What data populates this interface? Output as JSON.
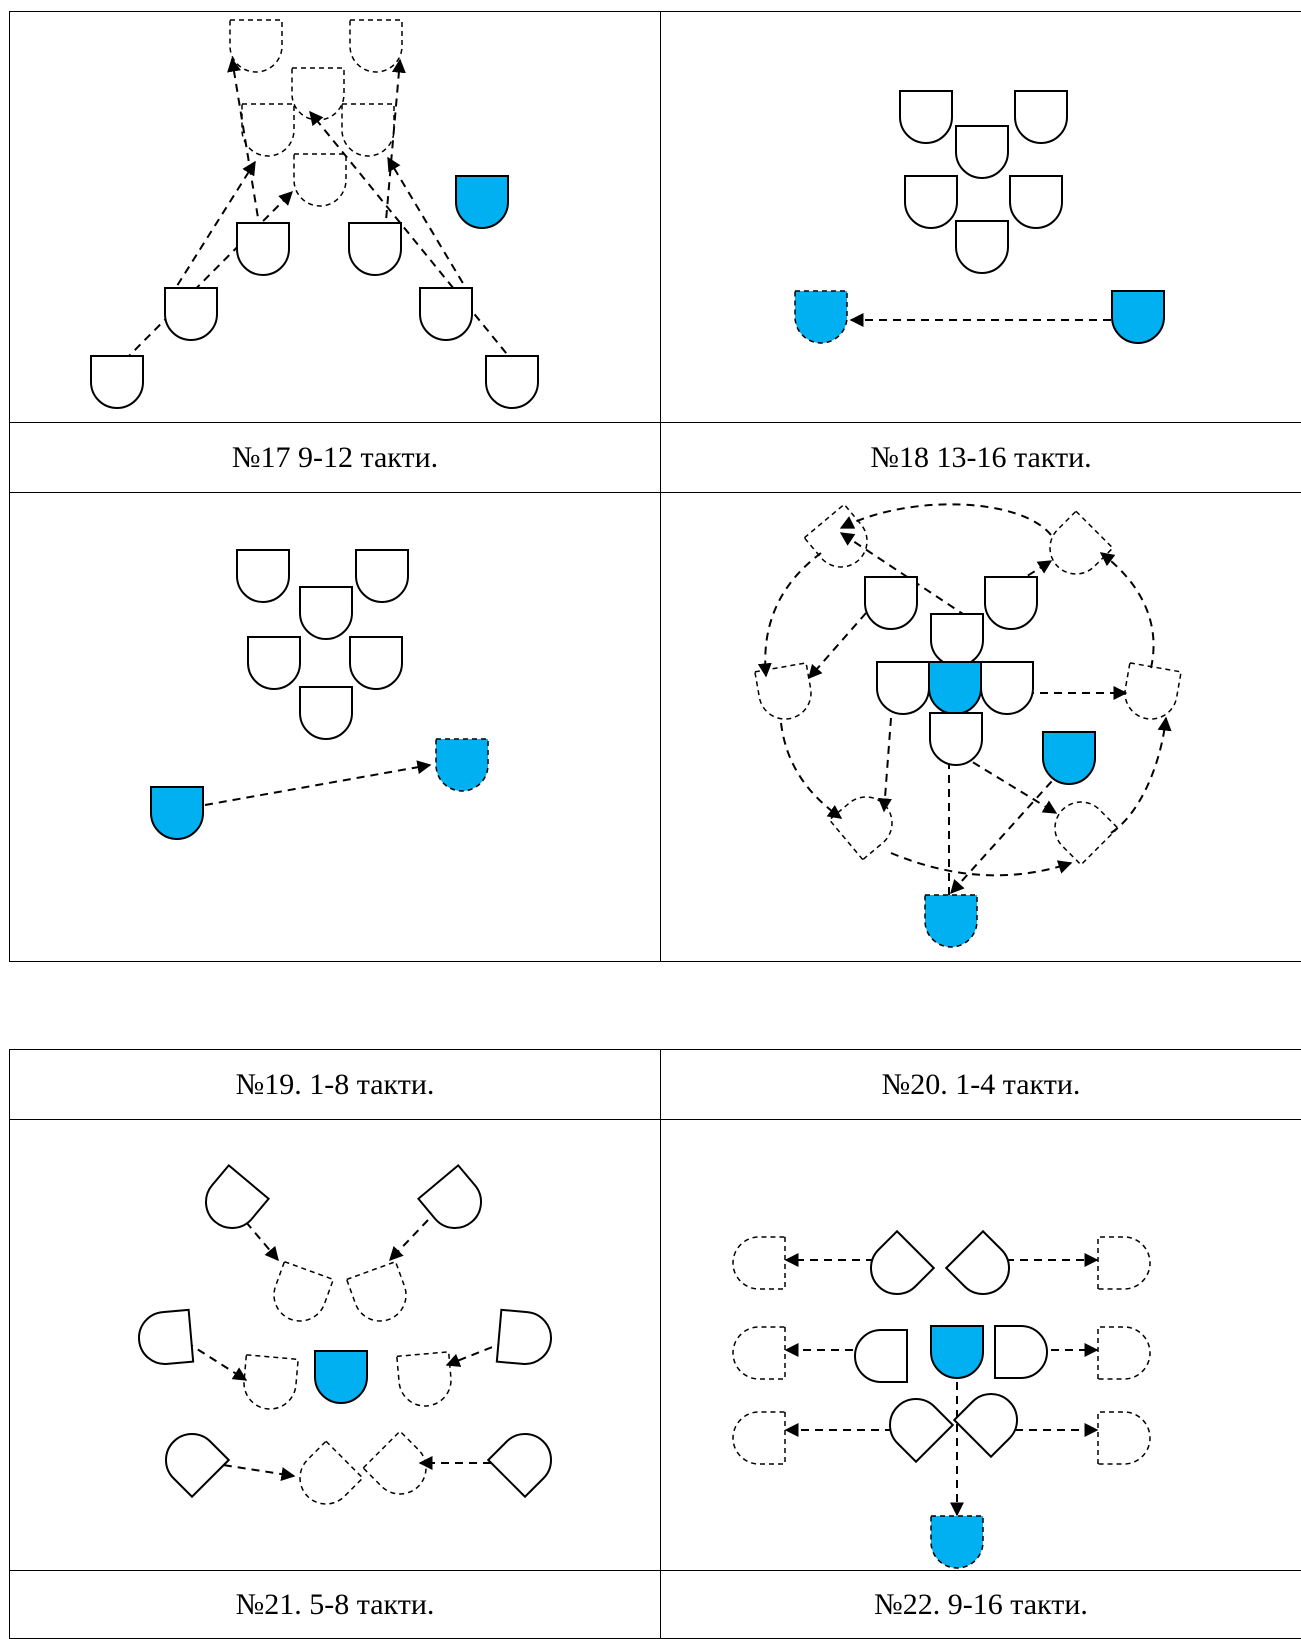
{
  "table_top": {
    "captions": [
      "№17 9-12 такти.",
      "№18 13-16 такти."
    ]
  },
  "table_bottom": {
    "captions_top": [
      "№19. 1-8 такти.",
      "№20. 1-4 такти."
    ],
    "captions_bottom": [
      "№21. 5-8 такти.",
      "№22. 9-16 такти."
    ]
  },
  "colors": {
    "dancer_fill": "#ffffff",
    "leader_fill": "#00b0f0",
    "line": "#000000"
  }
}
